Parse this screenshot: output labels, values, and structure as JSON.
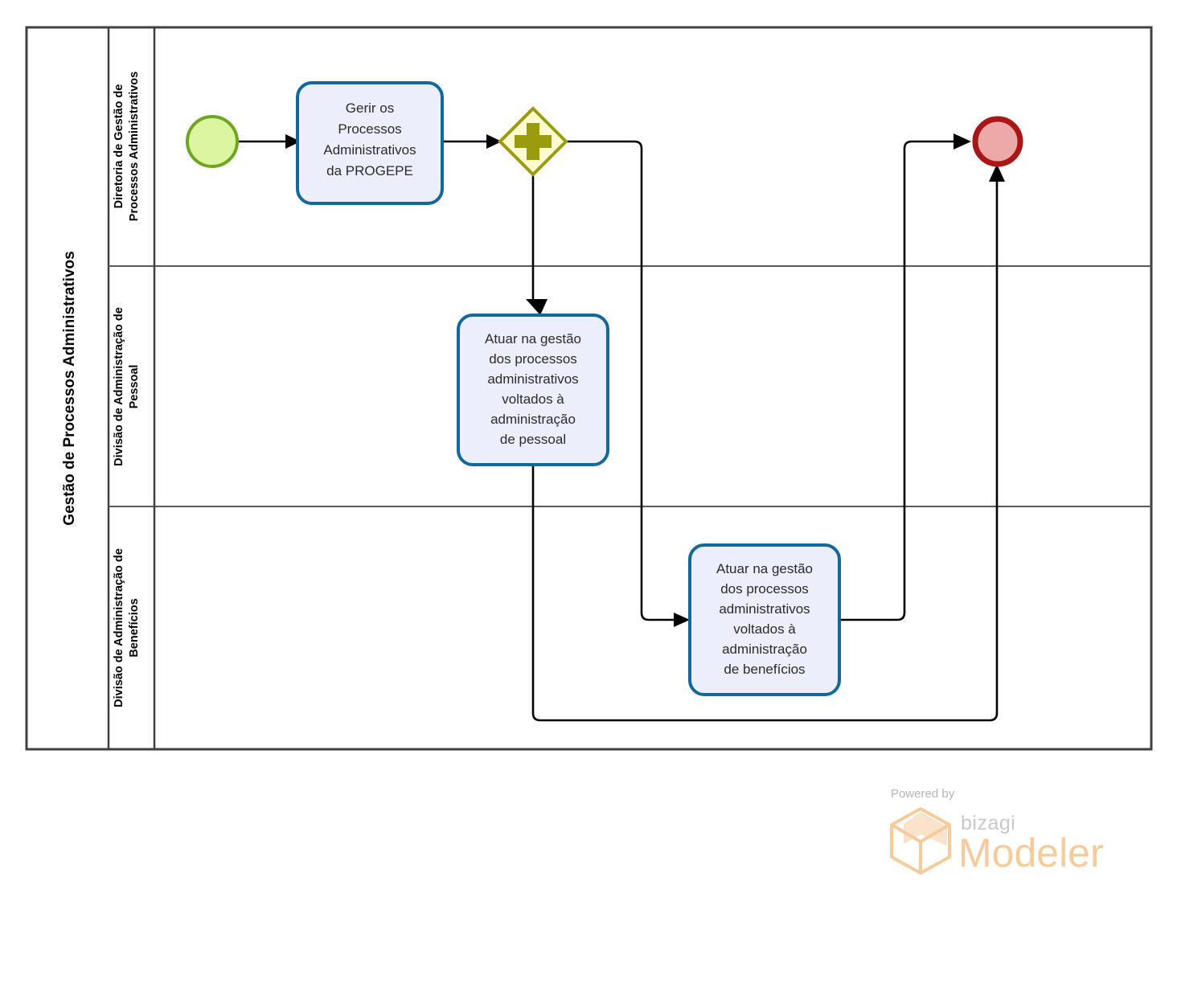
{
  "diagram": {
    "type": "bpmn-process-diagram",
    "pool": {
      "name": "Gestão de Processos Administrativos"
    },
    "lanes": [
      {
        "id": "lane-diretoria",
        "name": "Diretoria de Gestão de Processos Administrativos"
      },
      {
        "id": "lane-pessoal",
        "name": "Divisão de Administração de Pessoal"
      },
      {
        "id": "lane-beneficios",
        "name": "Divisão de Administração de Benefícios"
      }
    ],
    "events": {
      "start": {
        "name": "start-event",
        "lane": "lane-diretoria"
      },
      "end": {
        "name": "end-event",
        "lane": "lane-diretoria"
      }
    },
    "gateway": {
      "name": "parallel-gateway",
      "symbol": "+",
      "lane": "lane-diretoria"
    },
    "tasks": [
      {
        "id": "task-gerir",
        "lane": "lane-diretoria",
        "lines": [
          "Gerir os",
          "Processos",
          "Administrativos",
          "da PROGEPE"
        ]
      },
      {
        "id": "task-pessoal",
        "lane": "lane-pessoal",
        "lines": [
          "Atuar na gestão",
          "dos processos",
          "administrativos",
          "voltados à",
          "administração",
          "de pessoal"
        ]
      },
      {
        "id": "task-beneficios",
        "lane": "lane-beneficios",
        "lines": [
          "Atuar na gestão",
          "dos processos",
          "administrativos",
          "voltados à",
          "administração",
          "de benefícios"
        ]
      }
    ],
    "colors": {
      "task_fill": "#eceefb",
      "task_stroke": "#11689b",
      "start_fill": "#dcf5a0",
      "start_stroke": "#6fa520",
      "end_fill": "#eda8a8",
      "end_stroke": "#a81616",
      "gateway_fill": "#fcfbcf",
      "gateway_stroke": "#9b9b10",
      "pool_stroke": "#404040",
      "flow_stroke": "#000000",
      "logo_accent": "#f6cb9c"
    }
  },
  "footer": {
    "powered_by": "Powered by",
    "brand": "bizagi",
    "product": "Modeler"
  }
}
